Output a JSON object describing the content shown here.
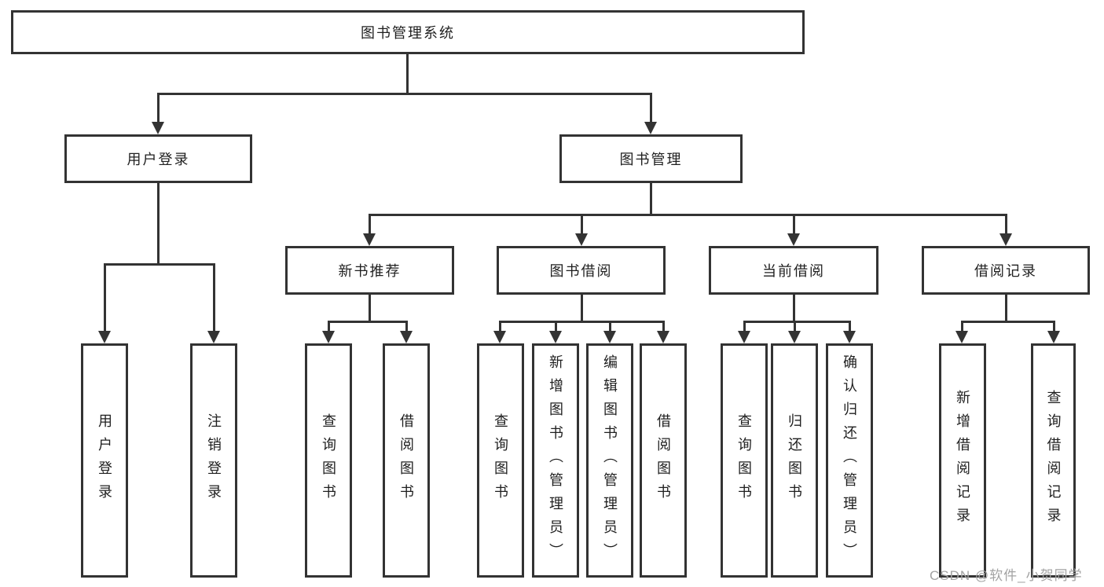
{
  "diagram": {
    "title": "图书管理系统",
    "level2": {
      "user_login": "用户登录",
      "book_mgmt": "图书管理"
    },
    "level3": {
      "new_book": "新书推荐",
      "book_borrow": "图书借阅",
      "current_borrow": "当前借阅",
      "borrow_record": "借阅记录"
    },
    "leaves": {
      "user_login": [
        "用户登录",
        "注销登录"
      ],
      "new_book": [
        "查询图书",
        "借阅图书"
      ],
      "book_borrow": [
        "查询图书",
        "新增图书（管理员）",
        "编辑图书（管理员）",
        "借阅图书"
      ],
      "current_borrow": [
        "查询图书",
        "归还图书",
        "确认归还（管理员）"
      ],
      "borrow_record": [
        "新增借阅记录",
        "查询借阅记录"
      ]
    }
  },
  "watermark": {
    "text": "CSDN @软件_小贺同学",
    "color": "#a3a3a3"
  },
  "colors": {
    "line": "#333333",
    "box_border": "#333333",
    "text": "#1f1f1f",
    "background": "#ffffff"
  }
}
